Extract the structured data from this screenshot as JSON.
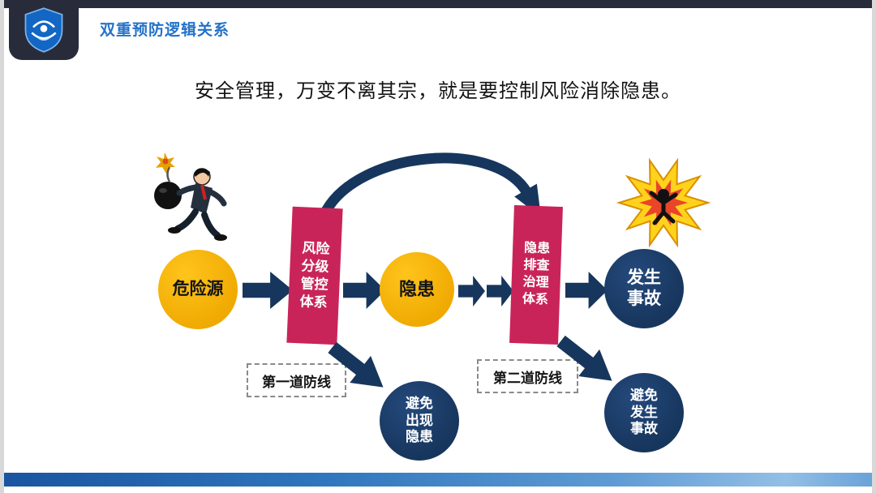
{
  "header": {
    "title": "双重预防逻辑关系"
  },
  "subtitle": "安全管理，万变不离其宗，就是要控制风险消除隐患。",
  "diagram": {
    "hazard_source": "危险源",
    "risk_system": [
      "风险",
      "分级",
      "管控",
      "体系"
    ],
    "hidden_danger": "隐患",
    "inspection_system": [
      "隐患",
      "排查",
      "治理",
      "体系"
    ],
    "accident": [
      "发生",
      "事故"
    ],
    "first_defense": "第一道防线",
    "second_defense": "第二道防线",
    "avoid_hidden_danger": [
      "避免",
      "出现",
      "隐患"
    ],
    "avoid_accident": [
      "避免",
      "发生",
      "事故"
    ]
  },
  "colors": {
    "title_blue": "#2472C8",
    "navy": "#17365D",
    "crimson": "#C9245A",
    "gold": "#EFA900",
    "top_bar": "#282C3A",
    "bottom_bar_blue": "#2D74BC",
    "shield_blue": "#1266C4"
  }
}
